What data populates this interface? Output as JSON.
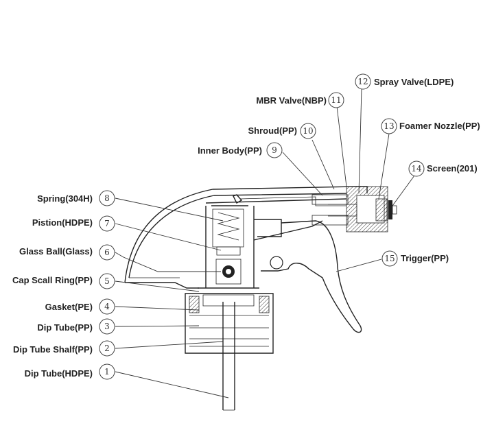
{
  "callouts": [
    {
      "number": "1",
      "label": "Dip Tube(HDPE)"
    },
    {
      "number": "2",
      "label": "Dip Tube Shalf(PP)"
    },
    {
      "number": "3",
      "label": "Dip Tube(PP)"
    },
    {
      "number": "4",
      "label": "Gasket(PE)"
    },
    {
      "number": "5",
      "label": "Cap Scall Ring(PP)"
    },
    {
      "number": "6",
      "label": "Glass Ball(Glass)"
    },
    {
      "number": "7",
      "label": "Pistion(HDPE)"
    },
    {
      "number": "8",
      "label": "Spring(304H)"
    },
    {
      "number": "9",
      "label": "Inner Body(PP)"
    },
    {
      "number": "10",
      "label": "Shroud(PP)"
    },
    {
      "number": "11",
      "label": "MBR Valve(NBP)"
    },
    {
      "number": "12",
      "label": "Spray Valve(LDPE)"
    },
    {
      "number": "13",
      "label": "Foamer Nozzle(PP)"
    },
    {
      "number": "14",
      "label": "Screen(201)"
    },
    {
      "number": "15",
      "label": "Trigger(PP)"
    }
  ]
}
